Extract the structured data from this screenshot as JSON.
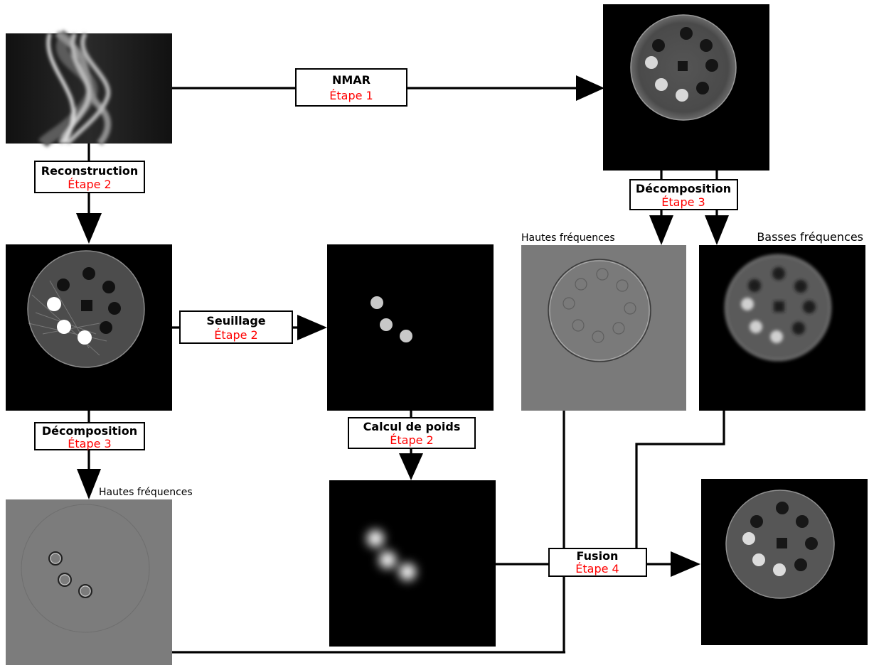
{
  "steps": {
    "nmar": {
      "title": "NMAR",
      "step": "Étape 1"
    },
    "reconstruction": {
      "title": "Reconstruction",
      "step": "Étape 2"
    },
    "decomposition_top": {
      "title": "Décomposition",
      "step": "Étape 3"
    },
    "seuillage": {
      "title": "Seuillage",
      "step": "Étape 2"
    },
    "decomposition_left": {
      "title": "Décomposition",
      "step": "Étape 3"
    },
    "calcul_poids": {
      "title": "Calcul de poids",
      "step": "Étape 2"
    },
    "fusion": {
      "title": "Fusion",
      "step": "Étape 4"
    }
  },
  "image_labels": {
    "nmar_high_freq": "Hautes fréquences",
    "nmar_low_freq": "Basses fréquences",
    "original_high_freq": "Hautes fréquences"
  },
  "colors": {
    "step_text": "#ff0000",
    "title_text": "#000000",
    "image_background": "#000000",
    "highfreq_background": "#808080"
  }
}
